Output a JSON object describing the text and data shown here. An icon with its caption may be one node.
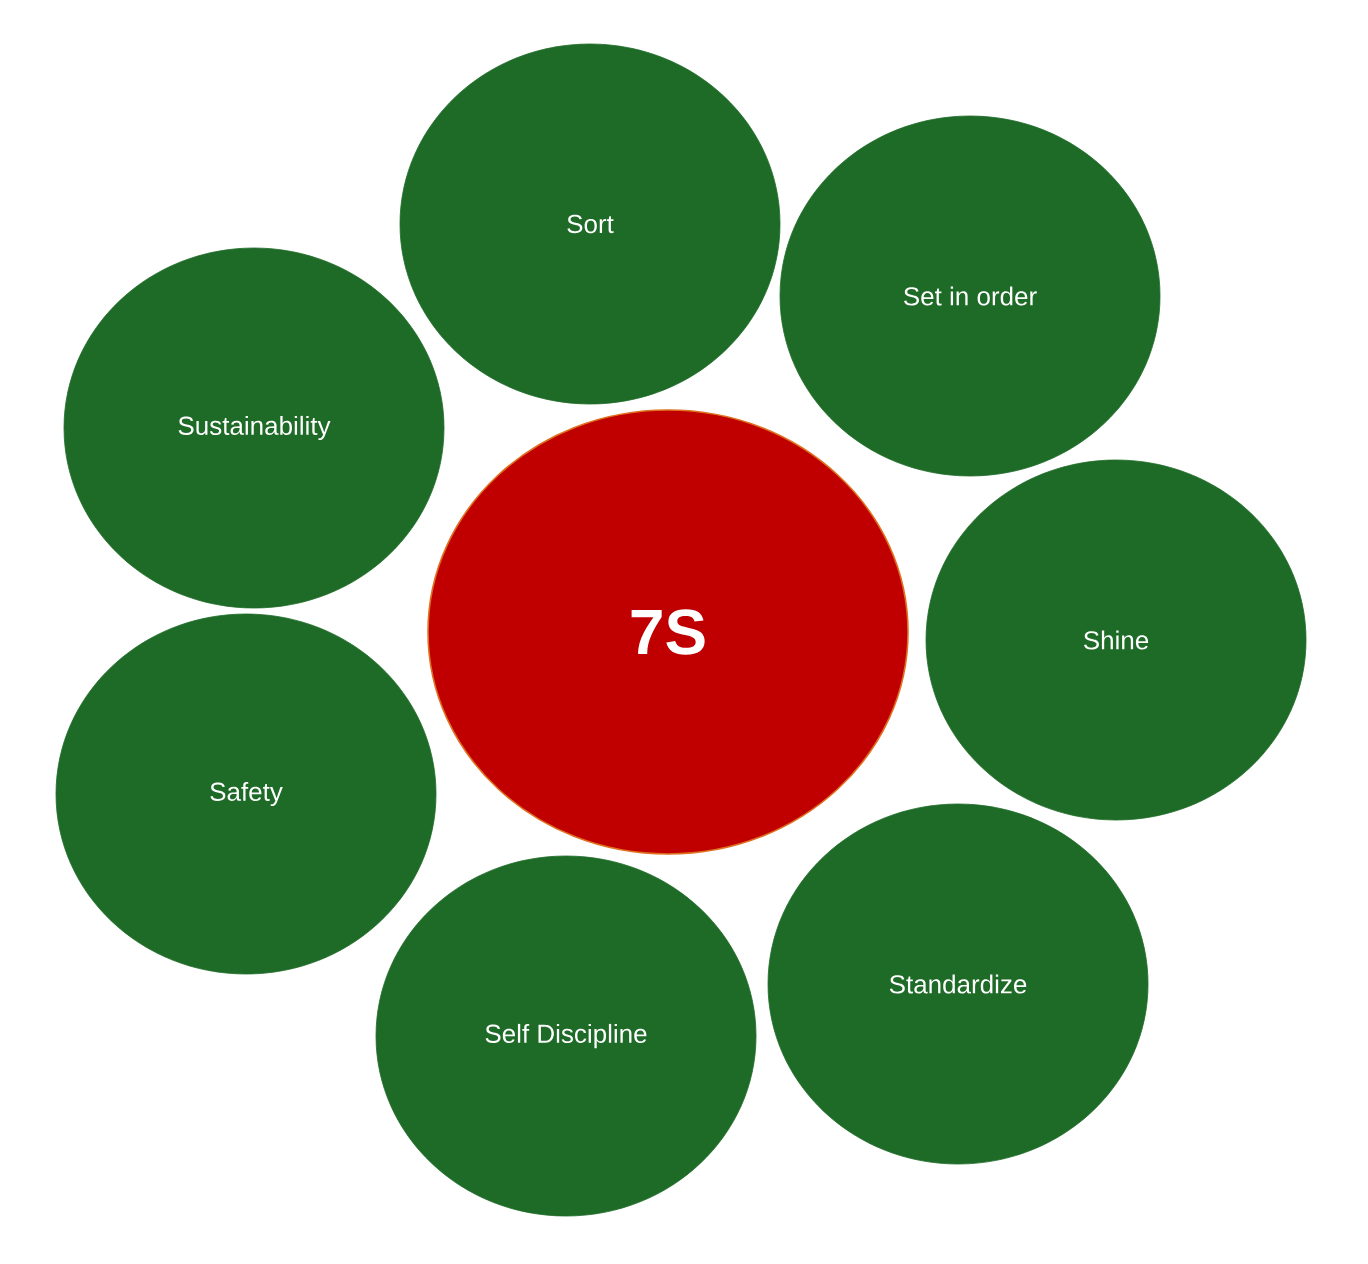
{
  "diagram": {
    "nodes": [
      {
        "text": [
          "Sort"
        ]
      },
      {
        "text": [
          "Set in order"
        ]
      },
      {
        "text": [
          "Sustainability"
        ]
      },
      {
        "text": [
          "7S"
        ]
      },
      {
        "text": [
          "Shine"
        ]
      },
      {
        "text": [
          "Safety"
        ]
      },
      {
        "text": [
          "Standardize"
        ]
      },
      {
        "text": [
          "Self Discipline"
        ]
      }
    ]
  }
}
